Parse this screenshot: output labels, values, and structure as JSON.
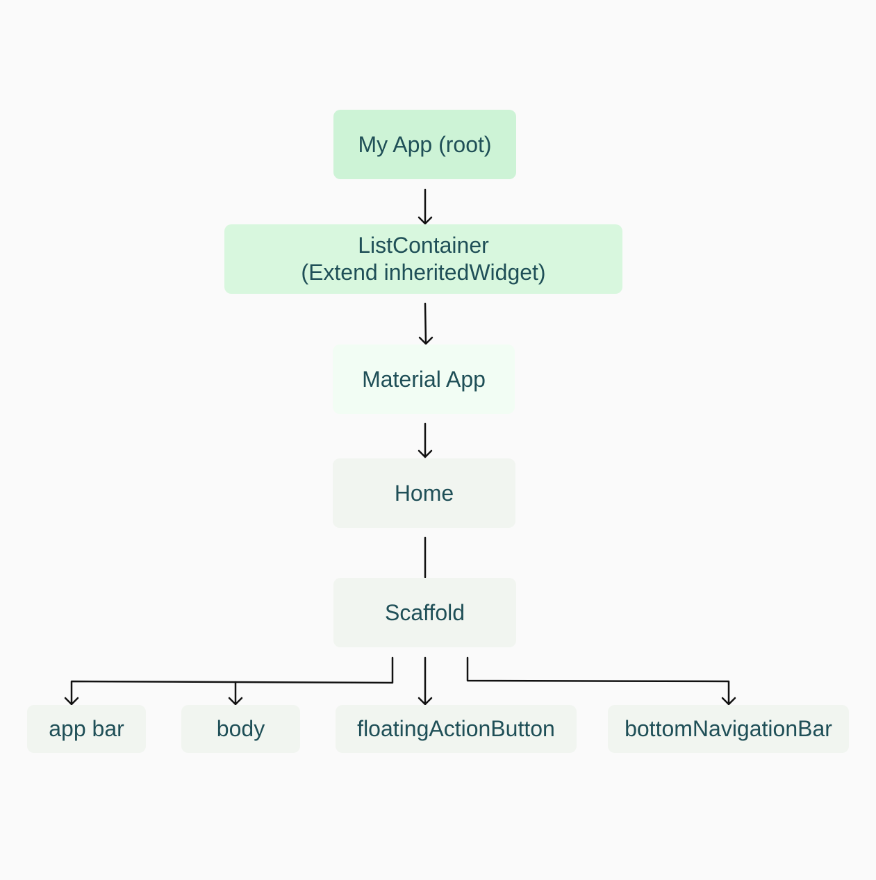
{
  "diagram": {
    "nodes": {
      "root": {
        "label": "My App (root)"
      },
      "list_container": {
        "line1": "ListContainer",
        "line2": "(Extend inheritedWidget)"
      },
      "material_app": {
        "label": "Material App"
      },
      "home": {
        "label": "Home"
      },
      "scaffold": {
        "label": "Scaffold"
      },
      "app_bar": {
        "label": "app bar"
      },
      "body": {
        "label": "body"
      },
      "floating_action_button": {
        "label": "floatingActionButton"
      },
      "bottom_navigation_bar": {
        "label": "bottomNavigationBar"
      }
    },
    "edges": [
      {
        "from": "root",
        "to": "list_container",
        "arrow": true
      },
      {
        "from": "list_container",
        "to": "material_app",
        "arrow": true
      },
      {
        "from": "material_app",
        "to": "home",
        "arrow": true
      },
      {
        "from": "home",
        "to": "scaffold",
        "arrow": false
      },
      {
        "from": "scaffold",
        "to": "app_bar",
        "arrow": true
      },
      {
        "from": "scaffold",
        "to": "body",
        "arrow": true
      },
      {
        "from": "scaffold",
        "to": "floating_action_button",
        "arrow": true
      },
      {
        "from": "scaffold",
        "to": "bottom_navigation_bar",
        "arrow": true
      }
    ],
    "colors": {
      "background": "#fafafa",
      "root_fill": "#cdf3d6",
      "list_container_fill": "#d8f7de",
      "material_app_fill": "#f2fdf4",
      "node_fill": "#f1f5f0",
      "text": "#1f4f57",
      "connector": "#111111"
    }
  }
}
